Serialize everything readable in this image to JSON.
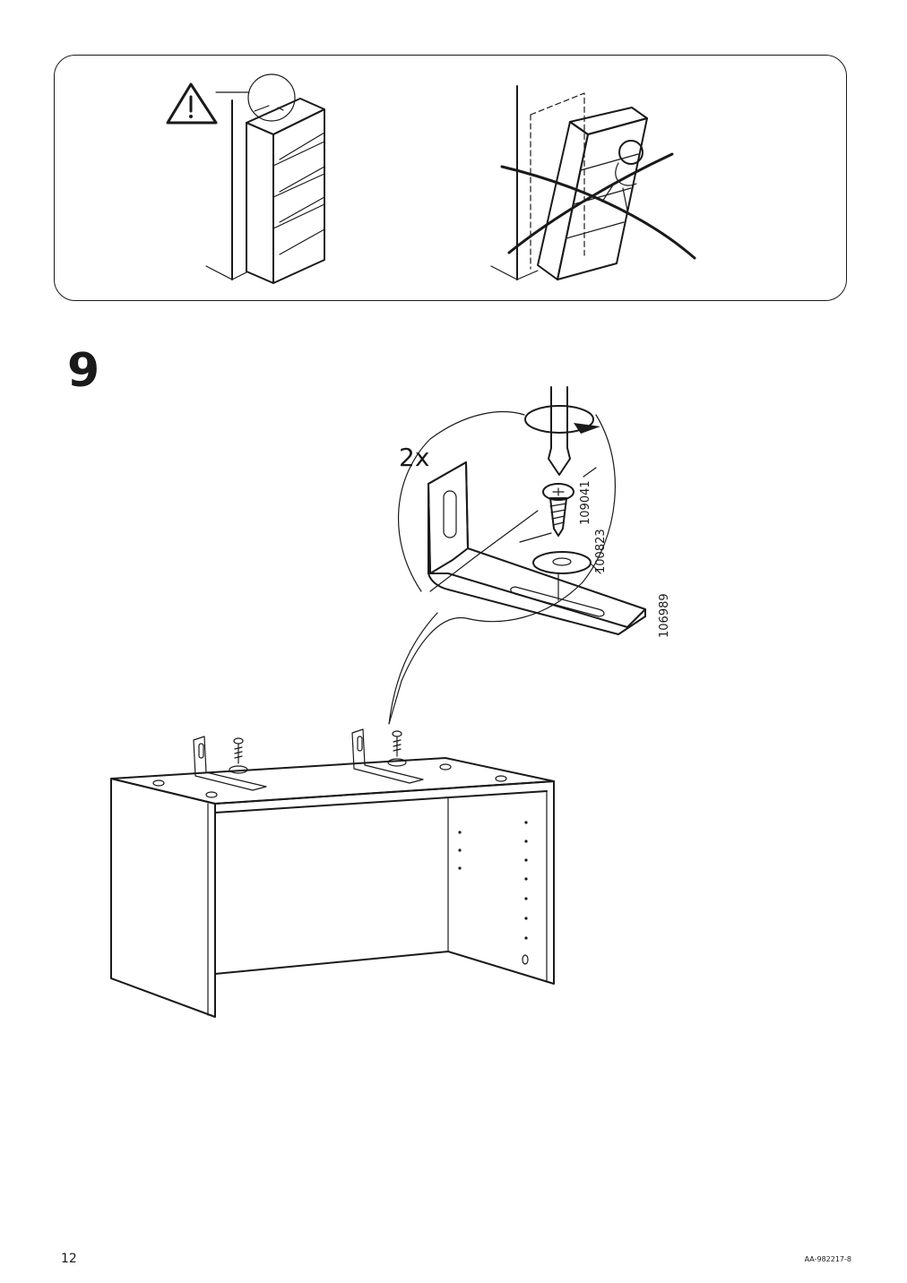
{
  "step": {
    "number": "9"
  },
  "detail": {
    "quantity": "2x",
    "part_screw": "109041",
    "part_washer": "100823",
    "part_bracket": "106989"
  },
  "footer": {
    "page_number": "12",
    "doc_code": "AA-982217-8"
  },
  "icons": [
    "warning-icon",
    "prohibited-cross-icon",
    "rotate-arrow-icon"
  ]
}
